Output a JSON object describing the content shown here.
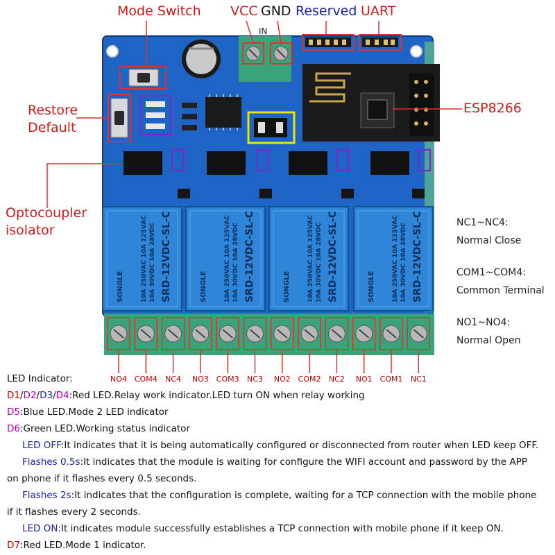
{
  "callouts": {
    "mode_switch": "Mode Switch",
    "vcc": "VCC",
    "gnd": "GND",
    "reserved": "Reserved",
    "uart": "UART",
    "restore_line1": "Restore",
    "restore_line2": "Default",
    "esp": "ESP8266",
    "opto_line1": "Optocoupler",
    "opto_line2": "isolator"
  },
  "side_notes": {
    "nc_title": "NC1~NC4:",
    "nc_desc": "Normal Close",
    "com_title": "COM1~COM4:",
    "com_desc": "Common Terminal",
    "no_title": "NO1~NO4:",
    "no_desc": "Normal Open"
  },
  "board": {
    "in_label": "IN",
    "relay_brand": "SONGLE",
    "relay_model": "SRD-12VDC-SL-C",
    "relay_rating1": "10A 250VAC 10A 125VAC",
    "relay_rating2": "10A 30VDC 10A 28VDC"
  },
  "terminals": [
    "NO4",
    "COM4",
    "NC4",
    "NO3",
    "COM3",
    "NC3",
    "NO2",
    "COM2",
    "NC2",
    "NO1",
    "COM1",
    "NC1"
  ],
  "legend": {
    "title": "LED Indicator:",
    "d1": "D1",
    "d2": "D2",
    "d3": "D3",
    "d4": "D4",
    "d1to4_text": ":Red LED.Relay work indicator.LED turn ON when relay working",
    "d5": "D5",
    "d5_text": ":Blue LED.Mode 2 LED indicator",
    "d6": "D6",
    "d6_text": ":Green LED.Working status indicator",
    "led_off": "LED OFF",
    "led_off_text": ":It indicates that it is being automatically configured or disconnected from router when LED keep OFF.",
    "flash05": "Flashes 0.5s",
    "flash05_text": ":It indicates that the module is waiting for configure the WIFI account and password by the APP",
    "flash05_text2": "on phone if it flashes every 0.5 seconds.",
    "flash2": "Flashes 2s",
    "flash2_text": ":It indicates that the configuration is complete, waiting for a TCP connection with the mobile phone",
    "flash2_text2": "if it flashes every 2 seconds.",
    "led_on": "LED ON",
    "led_on_text": ":It indicates module successfully establishes a TCP connection with mobile phone if it keep ON.",
    "d7": "D7",
    "d7_text": ":Red LED.Mode 1 indicator."
  }
}
